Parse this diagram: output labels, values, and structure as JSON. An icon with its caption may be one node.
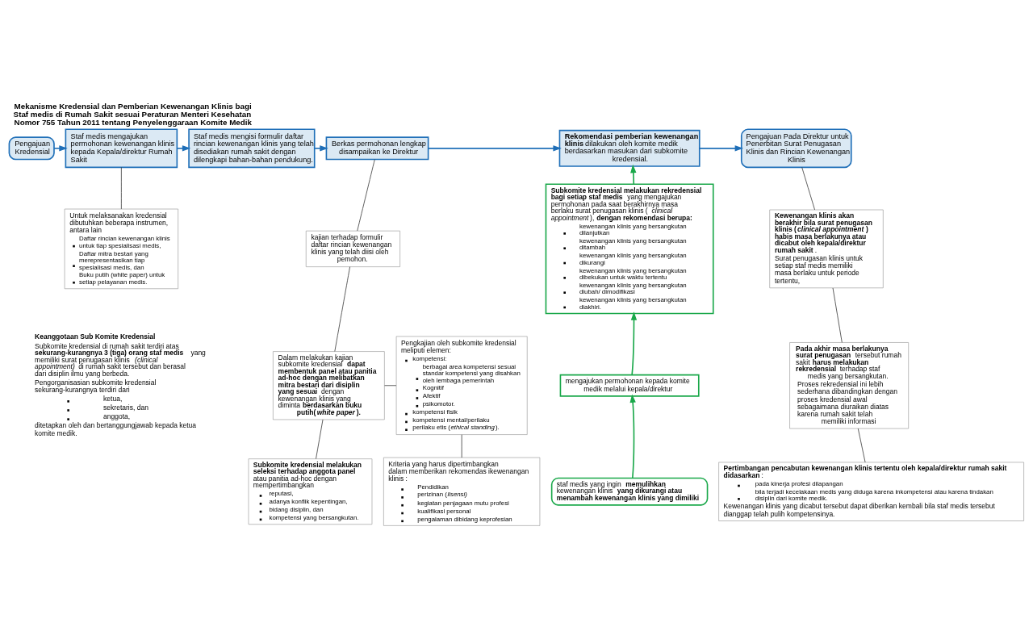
{
  "diagram": {
    "title": "Mekanisme Kredensial dan Pemberian Kewenangan Klinis bagi Staf medis di Rumah Sakit sesuai Peraturan Menteri Kesehatan Nomor 755 Tahun 2011 tentang Penyelenggaraan Komite Medik",
    "nodes": [
      {
        "text": [
          "Pengajuan Kredensial"
        ]
      },
      {
        "text": [
          "Staf medis mengajukan permohonan kewenangan klinis kepada Kepala/direktur Rumah Sakit"
        ]
      },
      {
        "text": [
          "Staf medis mengisi formulir daftar rincian kewenangan klinis yang telah disediakan rumah sakit dengan dilengkapi bahan-bahan pendukung."
        ]
      },
      {
        "text": [
          "Berkas permohonan lengkap disampaikan ke Direktur"
        ]
      },
      {
        "text": [
          "**Rekomendasi pemberian kewenangan klinis** dilakukan oleh komite medik berdasarkan masukan dari subkomite kredensial."
        ]
      },
      {
        "text": [
          "Pengajuan Pada Direktur untuk Penerbitan Surat Penugasan Klinis dan Rincian Kewenangan Klinis"
        ]
      },
      {
        "text": [
          "Untuk melaksanakan kredensial dibutuhkan beberapa instrumen, antara lain",
          "Daftar rincian kewenangan klinis untuk tiap spesialisasi medis,",
          "Daftar mitra bestari yang merepresentasikan tiap spesialisasi medis, dan",
          "Buku putih (white paper) untuk setiap pelayanan medis."
        ]
      },
      {
        "text": [
          "kajian terhadap formulir daftar rincian kewenangan klinis yang telah diisi oleh pemohon."
        ]
      },
      {
        "text": [
          "Dalam melakukan kajian subkomite kredensial **dapat membentuk panel atau panitia ad-hoc dengan melibatkan mitra bestari dari disiplin yang sesuai** dengan kewenangan klinis yang diminta **berdasarkan buku putih(*white paper*).**"
        ]
      },
      {
        "text": [
          "Pengkajian oleh subkomite kredensial meliputi elemen:",
          "kompetensi:",
          "berbagai area kompetensi sesuai standar kompetensi yang disahkan oleh lembaga pemerintah",
          "Kognitif",
          "Afektif",
          "psikomotor.",
          "kompetensi fisik",
          "kompetensi mental/perilaku",
          "perilaku etis (*ethical standing*)."
        ]
      },
      {
        "text": [
          "Kriteria yang harus dipertimbangkan dalam memberikan rekomendas ikewenangan klinis :",
          "Pendidikan",
          "perizinan (*lisensi)*",
          "kegiatan penjagaan mutu profesi",
          "kualifikasi personal",
          "pengalaman dibidang keprofesian"
        ]
      },
      {
        "text": [
          "**Subkomite kredensial melakukan seleksi terhadap anggota panel** atau panitia ad-hoc dengan mempertimbangkan",
          "reputasi,",
          "adanya konflik kepentingan,",
          "bidang disiplin, dan",
          "kompetensi yang bersangkutan."
        ]
      },
      {
        "text": [
          "**Subkomite kredensial melakukan rekredensial bagi setiap staf medis** yang mengajukan permohonan pada saat berakhirnya masa berlaku surat penugasan klinis (*clinical appointment*), **dengan rekomendasi berupa:**",
          "kewenangan klinis yang bersangkutan dilanjutkan",
          "kewenangan klinis yang bersangkutan ditambah",
          "kewenangan klinis yang bersangkutan dikurangi",
          "kewenangan klinis yang bersangkutan dibekukan untuk waktu tertentu",
          "kewenangan klinis yang bersangkutan diubah/ dimodifikasi",
          "kewenangan klinis yang bersangkutan diakhiri."
        ]
      },
      {
        "text": [
          "mengajukan permohonan kepada komite medik melalui kepala/direktur"
        ]
      },
      {
        "text": [
          "staf medis yang ingin **memulihkan** kewenangan klinis **yang dikurangi atau menambah kewenangan klinis yang dimiliki**"
        ]
      },
      {
        "text": [
          "**Kewenangan klinis akan berakhir bila surat penugasan klinis (*clinical appointment*) habis masa berlakunya atau dicabut oleh kepala/direktur rumah sakit**.",
          "Surat penugasan klinis untuk setiap staf medis memiliki masa berlaku untuk periode tertentu,"
        ]
      },
      {
        "text": [
          "**Pada akhir masa berlakunya surat penugasan** tersebut rumah sakit **harus melakukan rekredensial** terhadap staf medis yang bersangkutan.",
          "Proses rekredensial ini lebih sederhana dibandingkan dengan proses kredensial awal sebagaimana diuraikan diatas karena rumah sakit telah memiliki informasi"
        ]
      },
      {
        "text": [
          "**Pertimbangan pencabutan kewenangan klinis tertentu oleh kepala/direktur rumah sakit didasarkan**:",
          "pada kinerja profesi dilapangan",
          "bila terjadi kecelakaan medis yang diduga karena inkompetensi atau karena tindakan disiplin dari komite medik.",
          "Kewenangan klinis yang dicabut tersebut dapat diberikan kembali bila staf medis tersebut dianggap telah pulih kompetensinya."
        ]
      }
    ],
    "edges": [
      {
        "from": 0,
        "to": 1,
        "arrow": "to",
        "color": "#1f6fb8"
      },
      {
        "from": 1,
        "to": 2,
        "arrow": "to",
        "color": "#1f6fb8"
      },
      {
        "from": 2,
        "to": 3,
        "arrow": "to",
        "color": "#1f6fb8"
      },
      {
        "from": 3,
        "to": 4,
        "arrow": "to",
        "color": "#1f6fb8"
      },
      {
        "from": 4,
        "to": 5,
        "arrow": "to",
        "color": "#1f6fb8"
      },
      {
        "from": 1,
        "to": 6,
        "arrow": "none"
      },
      {
        "from": 3,
        "to": 7,
        "arrow": "none"
      },
      {
        "from": 7,
        "to": 8,
        "arrow": "none"
      },
      {
        "from": 8,
        "to": 9,
        "arrow": "none"
      },
      {
        "from": 9,
        "to": 10,
        "arrow": "none"
      },
      {
        "from": 8,
        "to": 11,
        "arrow": "none"
      },
      {
        "from": 12,
        "to": 4,
        "arrow": "to",
        "color": "#1aa84a"
      },
      {
        "from": 13,
        "to": 12,
        "arrow": "to",
        "color": "#1aa84a"
      },
      {
        "from": 14,
        "to": 13,
        "arrow": "to",
        "color": "#1aa84a"
      },
      {
        "from": 5,
        "to": 15,
        "arrow": "none"
      },
      {
        "from": 15,
        "to": 16,
        "arrow": "none"
      },
      {
        "from": 16,
        "to": 17,
        "arrow": "none"
      }
    ],
    "labels": [
      "Keanggotaan Sub Komite Kredensial",
      "Subkomite kredensial di rumah sakit terdiri atas **sekurang-kurangnya 3 (tiga) orang staf medis** yang memiliki surat penugasan klinis *(clinical appointment)* di rumah sakit tersebut dan berasal dari disiplin ilmu yang berbeda.",
      "Pengorganisasian subkomite kredensial sekurang-kurangnya terdiri dari",
      "ketua,",
      "sekretaris, dan",
      "anggota,",
      "ditetapkan oleh dan bertanggungjawab kepada ketua komite medik."
    ]
  }
}
